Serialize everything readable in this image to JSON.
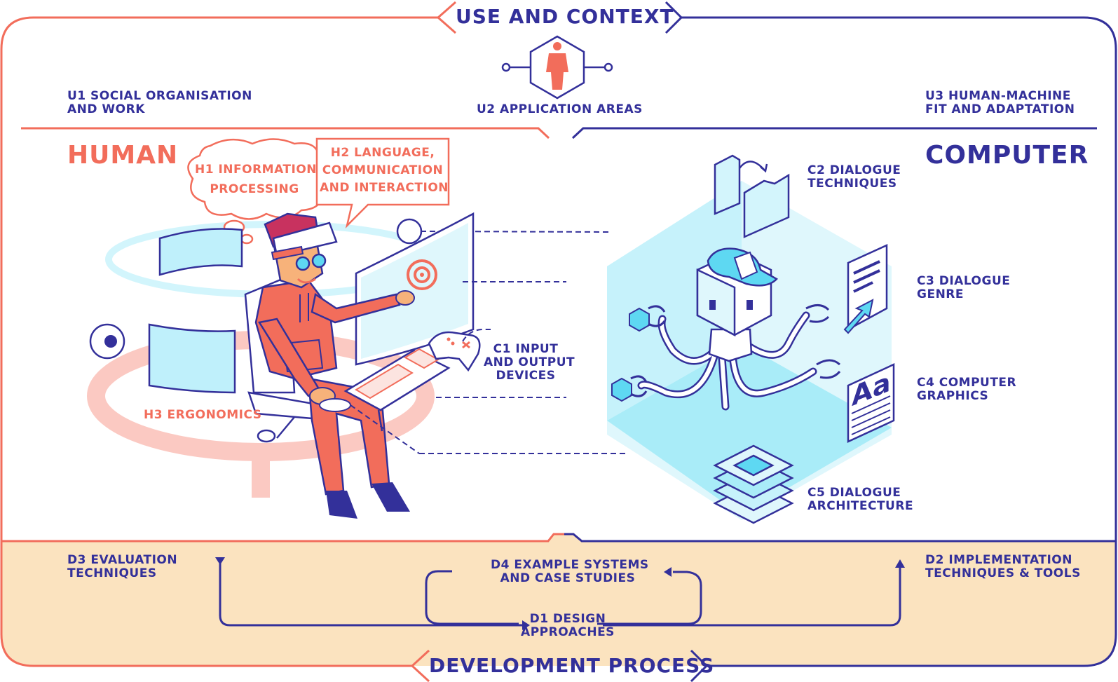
{
  "headers": {
    "top": "USE AND CONTEXT",
    "bottom": "DEVELOPMENT PROCESS"
  },
  "sections": {
    "human": "HUMAN",
    "computer": "COMPUTER"
  },
  "use": {
    "u1": "U1 SOCIAL ORGANISATION\nAND WORK",
    "u2": "U2 APPLICATION AREAS",
    "u3": "U3 HUMAN-MACHINE\nFIT AND ADAPTATION"
  },
  "human_topics": {
    "h1": "H1 INFORMATION\nPROCESSING",
    "h2": "H2 LANGUAGE,\nCOMMUNICATION\nAND INTERACTION",
    "h3": "H3 ERGONOMICS"
  },
  "computer_topics": {
    "c1": "C1 INPUT\nAND OUTPUT\nDEVICES",
    "c2": "C2 DIALOGUE\nTECHNIQUES",
    "c3": "C3 DIALOGUE\nGENRE",
    "c4": "C4 COMPUTER\nGRAPHICS",
    "c5": "C5 DIALOGUE\nARCHITECTURE",
    "font_sample": "Aa"
  },
  "development": {
    "d1": "D1 DESIGN\nAPPROACHES",
    "d2": "D2 IMPLEMENTATION\nTECHNIQUES & TOOLS",
    "d3": "D3 EVALUATION\nTECHNIQUES",
    "d4": "D4 EXAMPLE SYSTEMS\nAND CASE STUDIES"
  },
  "colors": {
    "coral": "#f26d5b",
    "navy": "#33309a",
    "beige": "#fbe3bf",
    "cyan": "#a9ecf8",
    "pink": "#fbc9c2"
  }
}
